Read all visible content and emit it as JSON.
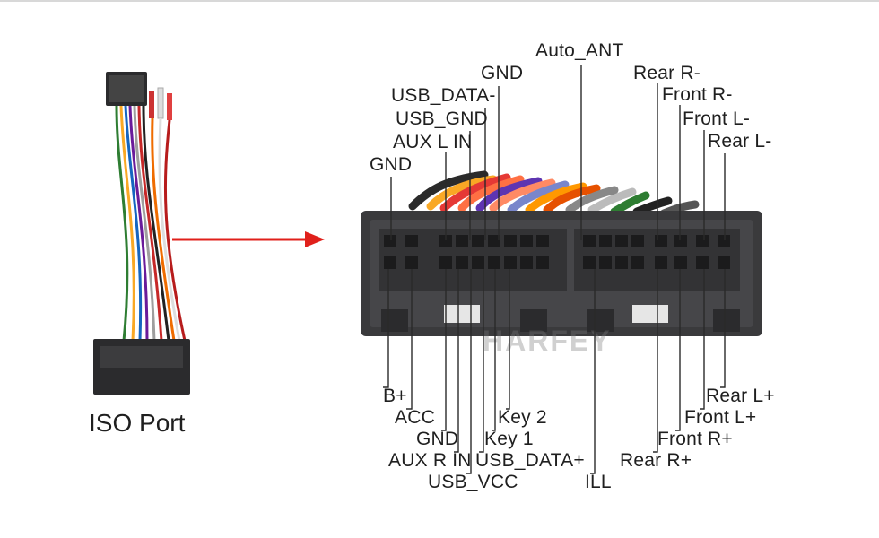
{
  "caption": "ISO Port",
  "watermark": "HARFEY",
  "colors": {
    "arrow": "#e0201b",
    "connector": "#3a3a3c",
    "leader": "#2a2a2a"
  },
  "top_labels": {
    "auto_ant": "Auto_ANT",
    "gnd_1": "GND",
    "usb_data_minus": "USB_DATA-",
    "usb_gnd": "USB_GND",
    "aux_l_in": "AUX L IN",
    "gnd_2": "GND",
    "rear_r_minus": "Rear R-",
    "front_r_minus": "Front R-",
    "front_l_minus": "Front L-",
    "rear_l_minus": "Rear L-"
  },
  "bottom_labels": {
    "b_plus": "B+",
    "acc": "ACC",
    "gnd": "GND",
    "aux_r_in": "AUX R IN",
    "usb_vcc": "USB_VCC",
    "usb_data_plus": "USB_DATA+",
    "key_1": "Key 1",
    "key_2": "Key 2",
    "ill": "ILL",
    "rear_r_plus": "Rear R+",
    "front_r_plus": "Front R+",
    "front_l_plus": "Front L+",
    "rear_l_plus": "Rear L+"
  }
}
